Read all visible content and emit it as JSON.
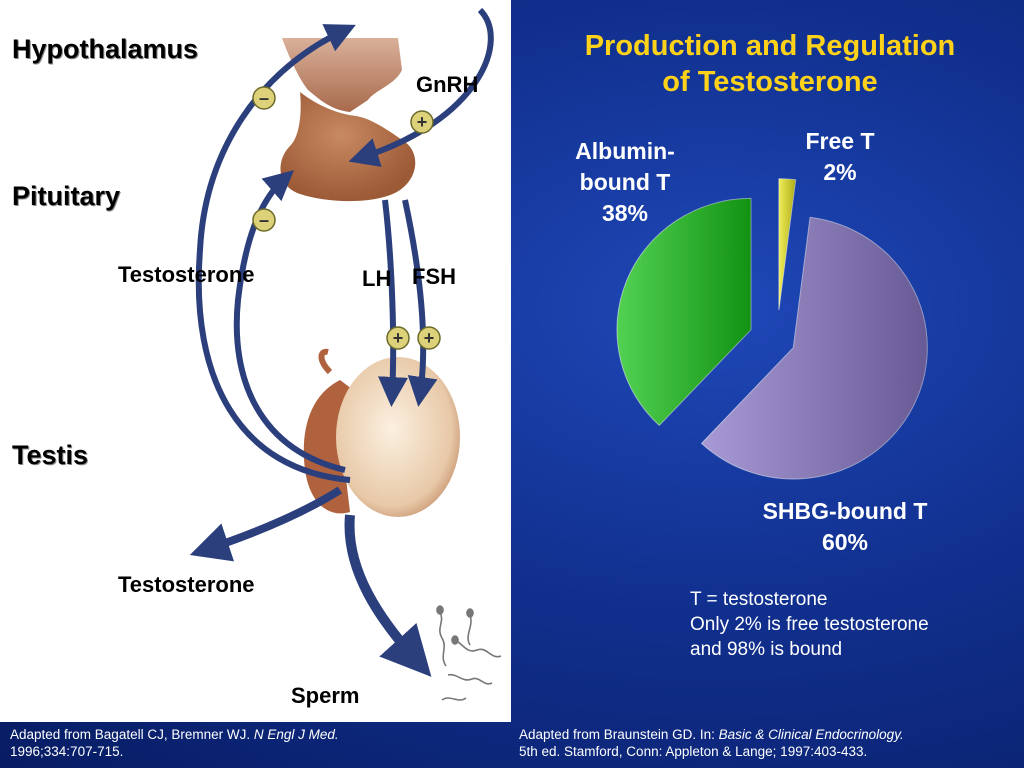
{
  "diagram": {
    "hypothalamus": "Hypothalamus",
    "gnrh": "GnRH",
    "pituitary": "Pituitary",
    "testosterone_top": "Testosterone",
    "lh": "LH",
    "fsh": "FSH",
    "testis": "Testis",
    "testosterone_bottom": "Testosterone",
    "sperm": "Sperm",
    "minus": "–",
    "plus": "+"
  },
  "title": {
    "line1": "Production and Regulation",
    "line2": "of Testosterone"
  },
  "chart_data": {
    "type": "pie",
    "slices": [
      {
        "label_lines": [
          "Albumin-",
          "bound T",
          "38%"
        ],
        "value": 38,
        "color": "#19c21a"
      },
      {
        "label_lines": [
          "Free T",
          "2%"
        ],
        "value": 2,
        "color": "#e8e620"
      },
      {
        "label_lines": [
          "SHBG-bound T",
          "60%"
        ],
        "value": 60,
        "color": "#8a78c6"
      }
    ]
  },
  "note": {
    "line1": "T = testosterone",
    "line2": "Only 2% is free testosterone",
    "line3": "and 98% is bound"
  },
  "citations": {
    "left": {
      "pre": "Adapted from Bagatell CJ, Bremner WJ. ",
      "journal": "N Engl J Med.",
      "line2": "1996;334:707-715."
    },
    "right": {
      "pre": "Adapted from Braunstein GD. In: ",
      "book": "Basic & Clinical Endocrinology.",
      "line2": "5th ed. Stamford, Conn: Appleton & Lange; 1997:403-433."
    }
  }
}
